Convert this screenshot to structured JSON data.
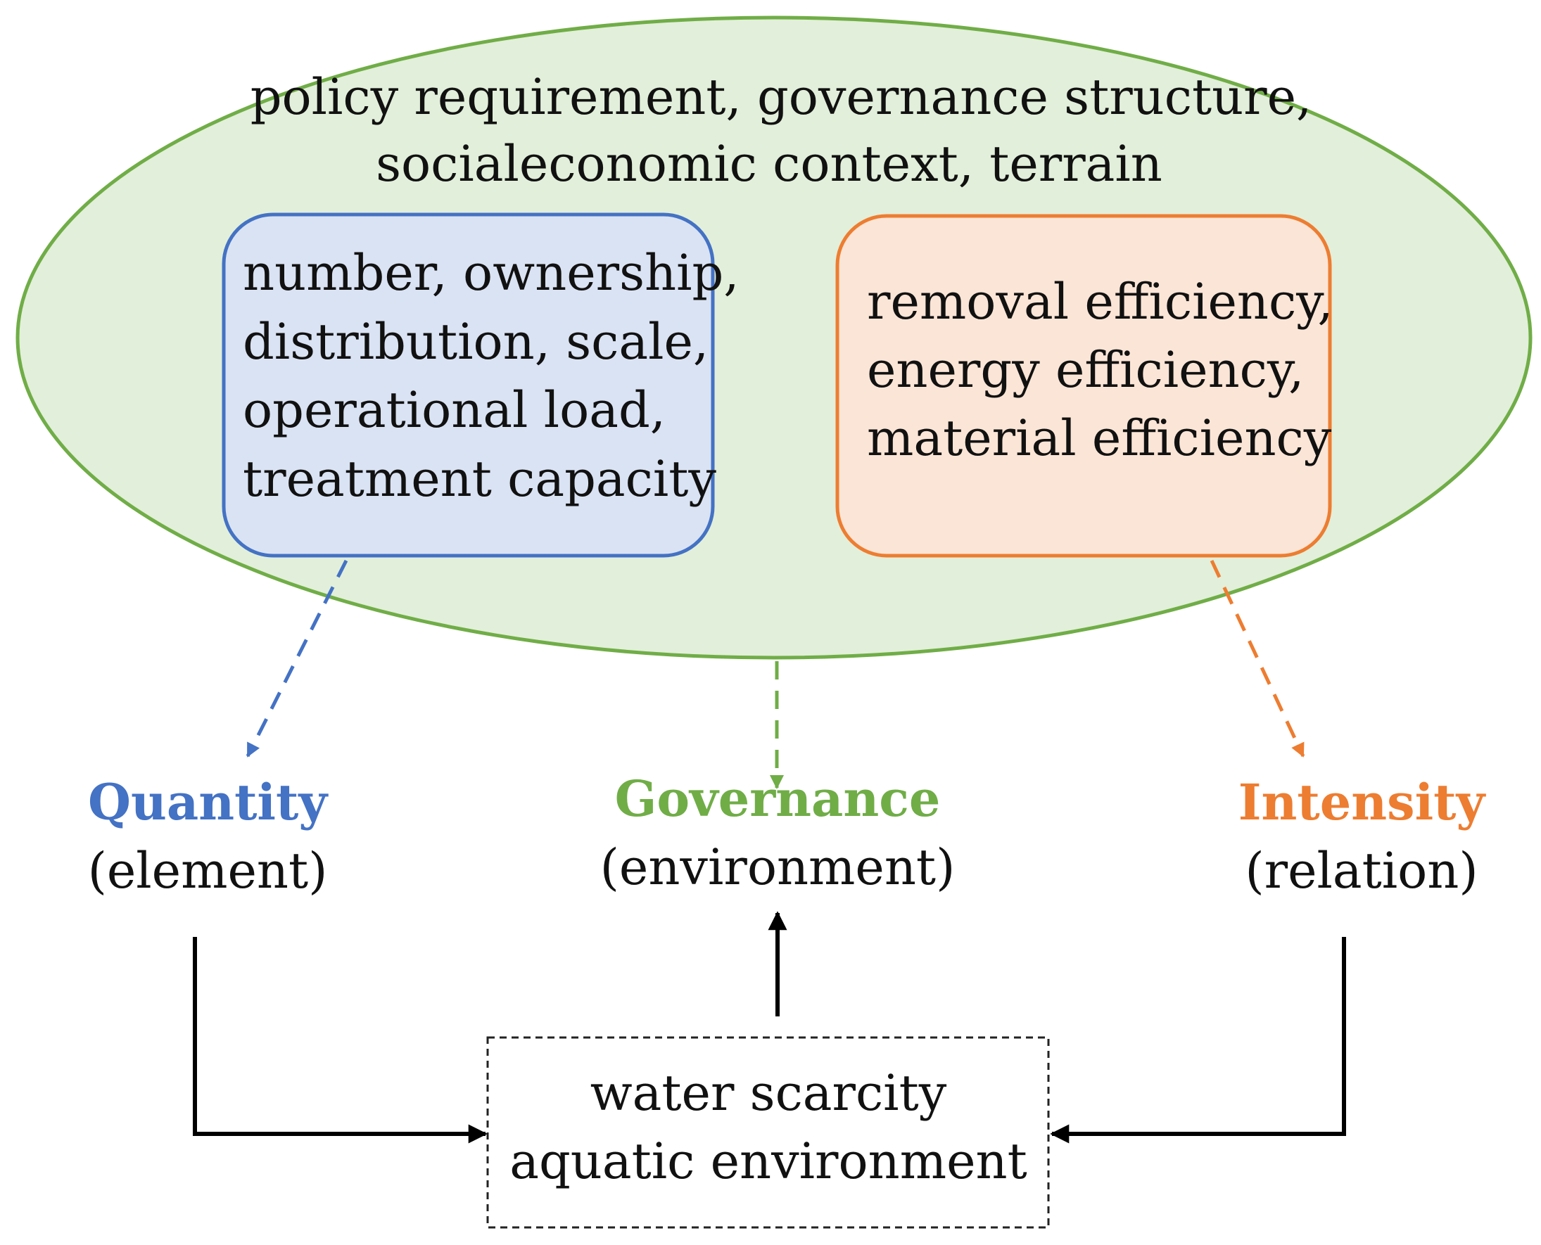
{
  "outer_context": {
    "lines": [
      "policy requirement, governance structure,",
      "socialeconomic context, terrain"
    ],
    "color": "#70ad47",
    "fill": "#e2efda"
  },
  "quantity_box": {
    "lines": [
      "number, ownership,",
      "distribution, scale,",
      "operational load,",
      "treatment capacity"
    ],
    "color": "#4472c4",
    "fill": "#dae3f3"
  },
  "intensity_box": {
    "lines": [
      "removal efficiency,",
      "energy efficiency,",
      "material efficiency"
    ],
    "color": "#ed7d31",
    "fill": "#fbe5d6"
  },
  "nodes": {
    "quantity": {
      "label": "Quantity",
      "sub": "(element)",
      "color": "#4472c4"
    },
    "governance": {
      "label": "Governance",
      "sub": "(environment)",
      "color": "#70ad47"
    },
    "intensity": {
      "label": "Intensity",
      "sub": "(relation)",
      "color": "#ed7d31"
    }
  },
  "center_box": {
    "lines": [
      "water scarcity",
      "aquatic environment"
    ]
  },
  "arrow_color": "#000000"
}
